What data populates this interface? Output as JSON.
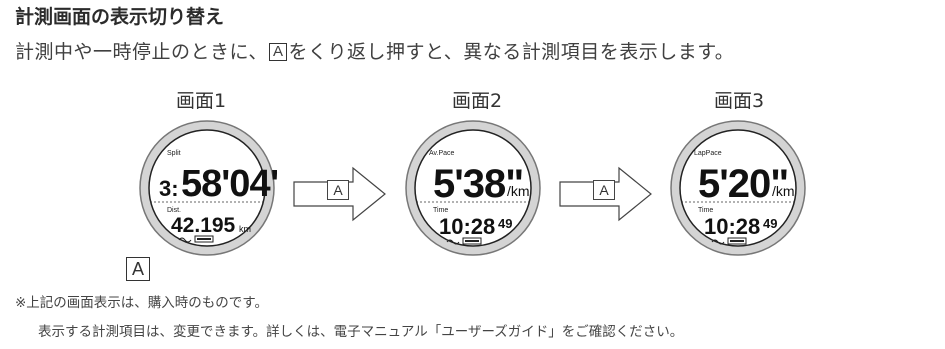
{
  "title": "計測画面の表示切り替え",
  "intro": {
    "before": "計測中や一時停止のときに、",
    "key": "A",
    "after": "をくり返し押すと、異なる計測項目を表示します。"
  },
  "screens": [
    {
      "label": "画面1",
      "top_label": "Split",
      "top_prefix": "3:",
      "top_value": "58'04\"",
      "top_unit": "",
      "bottom_label": "Dist.",
      "bottom_value": "42.195",
      "bottom_unit": "km",
      "bottom_small": ""
    },
    {
      "label": "画面2",
      "top_label": "Av.Pace",
      "top_prefix": "",
      "top_value": "5'38\"",
      "top_unit": "/km",
      "bottom_label": "Time",
      "bottom_value": "10:28",
      "bottom_unit": "",
      "bottom_small": "49"
    },
    {
      "label": "画面3",
      "top_label": "LapPace",
      "top_prefix": "",
      "top_value": "5'20\"",
      "top_unit": "/km",
      "bottom_label": "Time",
      "bottom_value": "10:28",
      "bottom_unit": "",
      "bottom_small": "49"
    }
  ],
  "arrow_key": "A",
  "button_key": "A",
  "notes": [
    "※上記の画面表示は、購入時のものです。",
    "表示する計測項目は、変更できます。詳しくは、電子マニュアル「ユーザーズガイド」をご確認ください。"
  ]
}
